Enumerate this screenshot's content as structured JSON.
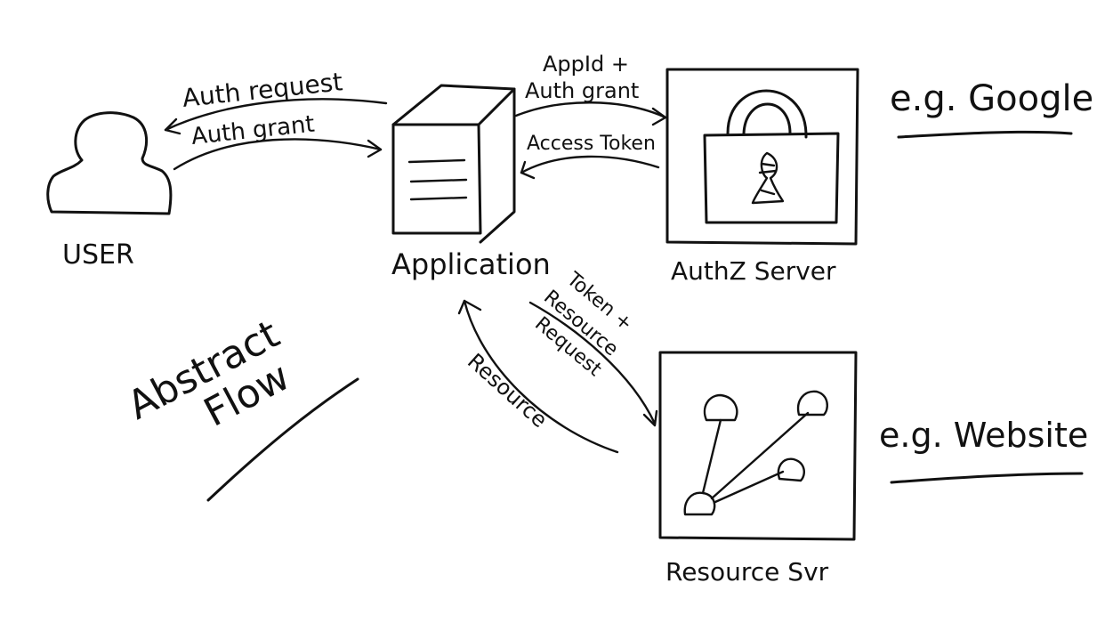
{
  "nodes": {
    "user_label": "USER",
    "application_label": "Application",
    "authz_label": "AuthZ Server",
    "resource_label": "Resource Svr"
  },
  "edges": {
    "auth_request": "Auth request",
    "auth_grant": "Auth grant",
    "appid_line1": "AppId +",
    "appid_line2": "Auth grant",
    "access_token": "Access Token",
    "token_line1": "Token +",
    "token_line2": "Resource",
    "token_line3": "Request",
    "resource_return": "Resource"
  },
  "notes": {
    "title_line1": "Abstract",
    "title_line2": "Flow",
    "google_note": "e.g. Google",
    "website_note": "e.g. Website"
  }
}
